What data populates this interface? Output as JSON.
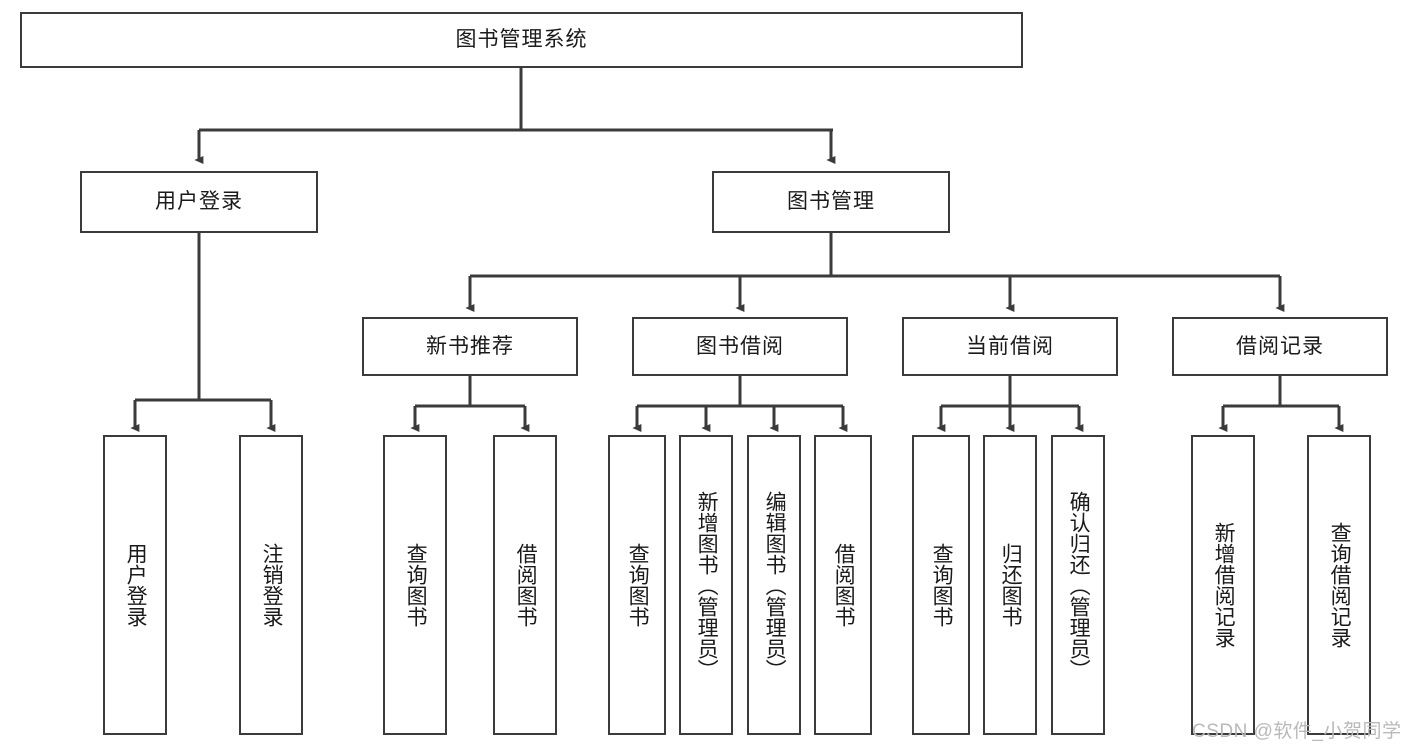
{
  "diagram": {
    "title": "图书管理系统",
    "type": "tree-hierarchy-chart",
    "orientation": "top-down",
    "colors": {
      "node_border": "#3b3b3b",
      "node_fill": "#ffffff",
      "edge": "#3b3b3b",
      "text": "#1a1a1a",
      "watermark": "#b9b9b9",
      "background": "#ffffff"
    },
    "watermark": "CSDN @软件_小贺同学",
    "root": {
      "label": "图书管理系统"
    },
    "level2": [
      {
        "label": "用户登录"
      },
      {
        "label": "图书管理"
      }
    ],
    "level3": [
      {
        "label": "新书推荐"
      },
      {
        "label": "图书借阅"
      },
      {
        "label": "当前借阅"
      },
      {
        "label": "借阅记录"
      }
    ],
    "leaves": {
      "user_login": [
        {
          "label": "用户登录"
        },
        {
          "label": "注销登录"
        }
      ],
      "new_book_recommend": [
        {
          "label": "查询图书"
        },
        {
          "label": "借阅图书"
        }
      ],
      "book_borrow": [
        {
          "label": "查询图书"
        },
        {
          "label": "新增图书（管理员）"
        },
        {
          "label": "编辑图书（管理员）"
        },
        {
          "label": "借阅图书"
        }
      ],
      "current_borrow": [
        {
          "label": "查询图书"
        },
        {
          "label": "归还图书"
        },
        {
          "label": "确认归还（管理员）"
        }
      ],
      "borrow_records": [
        {
          "label": "新增借阅记录"
        },
        {
          "label": "查询借阅记录"
        }
      ]
    }
  }
}
